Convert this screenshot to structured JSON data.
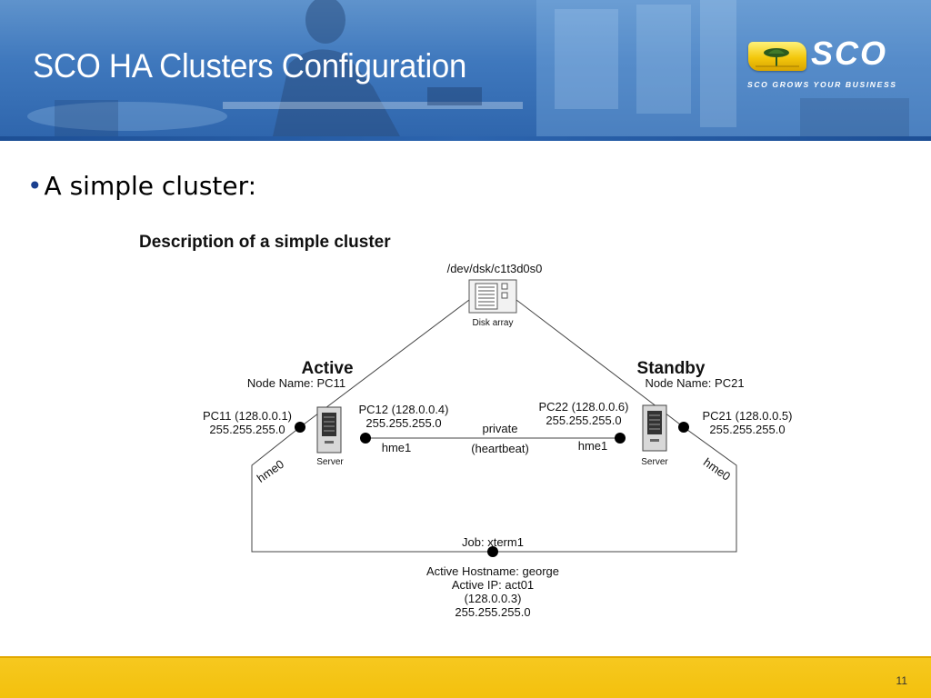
{
  "slide": {
    "title": "SCO HA Clusters Configuration",
    "bullet": "A simple cluster:",
    "page_number": "11"
  },
  "logo": {
    "wordmark": "SCO",
    "tagline": "SCO GROWS YOUR BUSINESS"
  },
  "diagram": {
    "title": "Description of a simple cluster",
    "disk": {
      "device": "/dev/dsk/c1t3d0s0",
      "label": "Disk array"
    },
    "active": {
      "role": "Active",
      "node_name": "Node Name: PC11",
      "public_ip": "PC11 (128.0.0.1)",
      "public_mask": "255.255.255.0",
      "private_ip": "PC12 (128.0.0.4)",
      "private_mask": "255.255.255.0",
      "private_iface": "hme1",
      "public_iface": "hme0",
      "server_label": "Server"
    },
    "standby": {
      "role": "Standby",
      "node_name": "Node Name: PC21",
      "public_ip": "PC21 (128.0.0.5)",
      "public_mask": "255.255.255.0",
      "private_ip": "PC22 (128.0.0.6)",
      "private_mask": "255.255.255.0",
      "private_iface": "hme1",
      "public_iface": "hme0",
      "server_label": "Server"
    },
    "private_link": {
      "label": "private",
      "sublabel": "(heartbeat)"
    },
    "job": {
      "name": "Job: xterm1",
      "hostname": "Active Hostname: george",
      "ip": "Active IP: act01",
      "address": "(128.0.0.3)",
      "mask": "255.255.255.0"
    }
  },
  "colors": {
    "header_blue": "#3f78bd",
    "footer_yellow": "#f3c10d",
    "bullet_blue": "#1a3f8f"
  }
}
